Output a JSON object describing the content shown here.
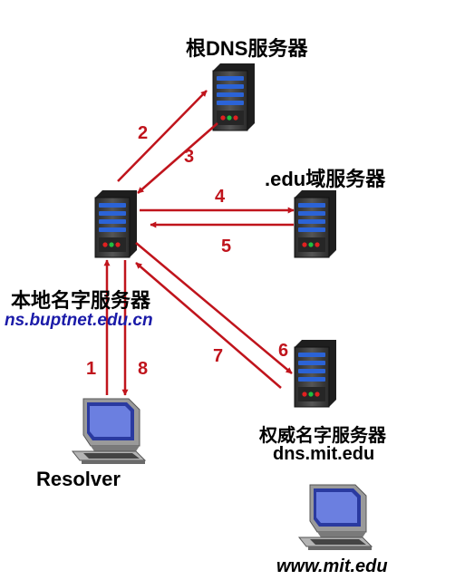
{
  "servers": {
    "root": {
      "label": "根DNS服务器"
    },
    "edu": {
      "label": ".edu域服务器"
    },
    "local": {
      "label": "本地名字服务器",
      "hostname": "ns.buptnet.edu.cn"
    },
    "auth": {
      "label": "权威名字服务器",
      "hostname": "dns.mit.edu"
    }
  },
  "clients": {
    "resolver": {
      "label": "Resolver"
    },
    "www": {
      "label": "www.mit.edu"
    }
  },
  "steps": [
    "1",
    "2",
    "3",
    "4",
    "5",
    "6",
    "7",
    "8"
  ],
  "colors": {
    "arrow": "#c0141c",
    "server_body": "#3a3a3a",
    "server_face": "#5a5a5a",
    "drive_light": "#2b63d6",
    "led_red": "#e02020",
    "led_green": "#20c040",
    "hostname_blue": "#1a1aa8"
  }
}
